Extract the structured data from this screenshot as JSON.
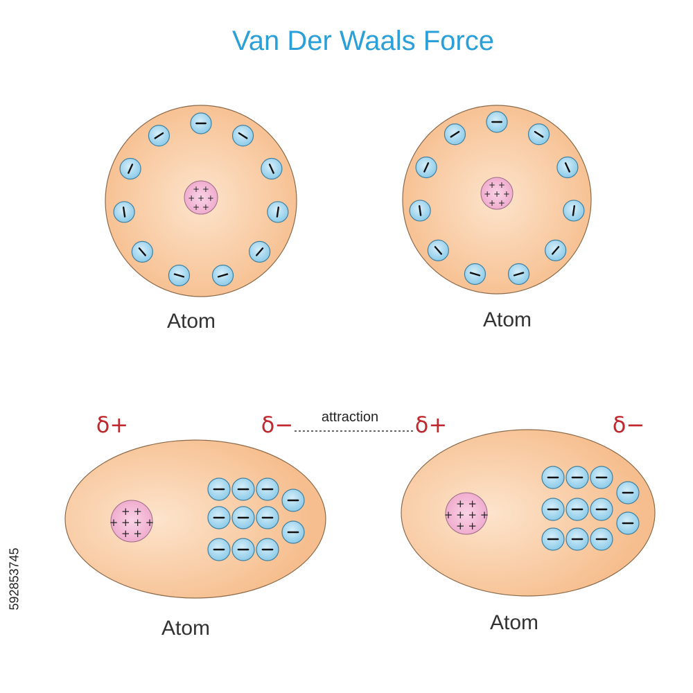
{
  "title": "Van Der Waals Force",
  "atoms": [
    {
      "label": "Atom",
      "nucleus": "++ +++ ++"
    },
    {
      "label": "Atom",
      "nucleus": "++ +++ ++"
    },
    {
      "label": "Atom",
      "nucleus": "++ ++++ ++",
      "left_pole": "δ+",
      "right_pole": "δ−"
    },
    {
      "label": "Atom",
      "nucleus": "++ ++++ ++",
      "left_pole": "δ+",
      "right_pole": "δ−"
    }
  ],
  "attraction_label": "attraction",
  "stock_id": "592853745",
  "colors": {
    "title": "#2a9fd8",
    "atom_fill": "#f8c79a",
    "atom_stroke": "#8a6a4a",
    "nucleus_fill": "#f4b7d6",
    "electron_fill": "#9fd4ee",
    "delta": "#c0282f"
  },
  "counts": {
    "top_atom_electrons": 11,
    "bottom_atom_electrons": 11
  }
}
